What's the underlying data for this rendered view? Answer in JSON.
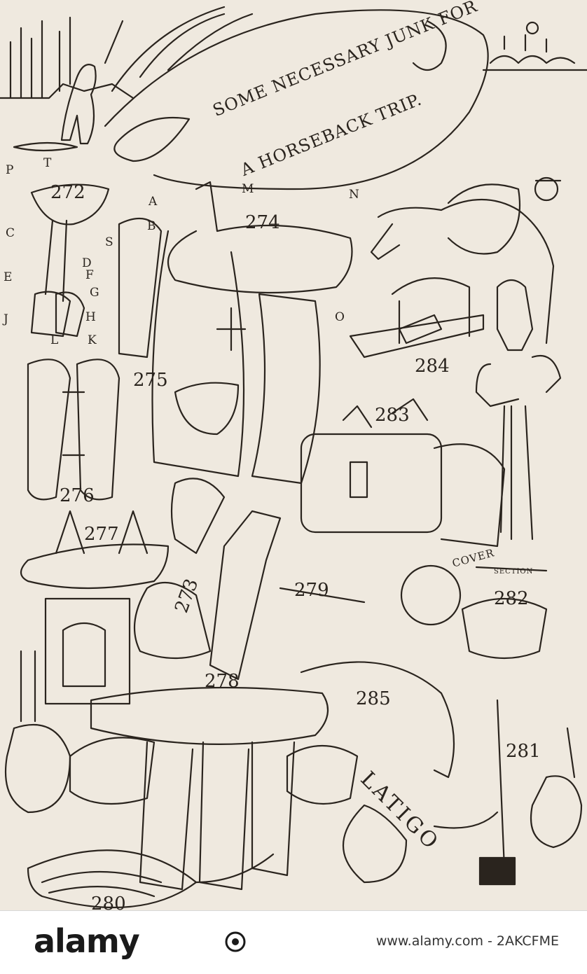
{
  "illustration": {
    "banner_line1": "SOME NECESSARY JUNK FOR",
    "banner_line2": "A HORSEBACK TRIP.",
    "labels": {
      "n272": "272",
      "n273": "273",
      "n274": "274",
      "n275": "275",
      "n276": "276",
      "n277": "277",
      "n278": "278",
      "n279": "279",
      "n280": "280",
      "n281": "281",
      "n282": "282",
      "n283": "283",
      "n284": "284",
      "n285": "285",
      "P": "P",
      "T": "T",
      "A": "A",
      "B": "B",
      "C": "C",
      "S": "S",
      "D": "D",
      "E": "E",
      "F": "F",
      "G": "G",
      "H": "H",
      "J": "J",
      "K": "K",
      "L": "L",
      "M": "M",
      "N": "N",
      "O": "O",
      "cover": "COVER",
      "section": "SECTION",
      "latigo": "LATIGO"
    }
  },
  "footer": {
    "brand": "alamy",
    "stock_id": "www.alamy.com - 2AKCFME"
  },
  "colors": {
    "ink": "#2a241e",
    "paper": "#efe9df",
    "footer_bg": "#ffffff"
  }
}
